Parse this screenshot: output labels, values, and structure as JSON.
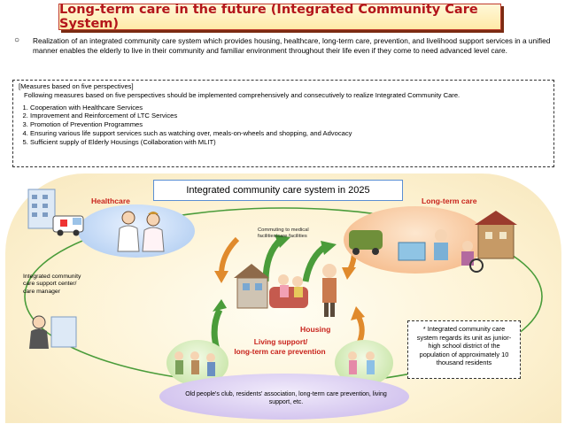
{
  "title": "Long-term care in the future (Integrated Community Care System)",
  "intro": {
    "bullet": "○",
    "text": "Realization of an integrated community care system which provides housing, healthcare, long-term care, prevention, and livelihood support services in a unified manner enables the elderly to live in their community and familiar environment throughout their life even if they come to need advanced level care."
  },
  "measures": {
    "heading": "[Measures based on five perspectives]",
    "description": "Following measures based on five perspectives should be implemented comprehensively and consecutively to realize Integrated Community Care.",
    "items": [
      "Cooperation with Healthcare Services",
      "Improvement and Reinforcement of LTC Services",
      "Promotion of Prevention Programmes",
      "Ensuring various life support services such as watching over, meals-on-wheels and shopping, and Advocacy",
      "Sufficient supply of Elderly Housings (Collaboration with MLIT)"
    ]
  },
  "diagram": {
    "header": "Integrated community care system in 2025",
    "healthcare": "Healthcare",
    "long_term_care": "Long-term care",
    "commuting": "Commuting to medical facilities/care facilities",
    "support_center": "Integrated community care support center/ care manager",
    "housing": "Housing",
    "living_support_line1": "Living support/",
    "living_support_line2": "long-term care prevention",
    "old_club": "Old people's club, residents' association, long-term care prevention, living support, etc.",
    "note": "* Integrated community care system regards its unit as junior-high school district of the population of approximately 10 thousand residents"
  },
  "colors": {
    "title_red": "#b3151b",
    "label_red": "#c8231c",
    "header_border": "#5b8fd3",
    "healthcare_blob": "#a9c8ef",
    "care_blob": "#f4b27d",
    "support_blob": "#bfe09a",
    "club_blob": "#c8b6ea",
    "arrow_green": "#4a9c3a",
    "arrow_orange": "#e08a2c"
  }
}
